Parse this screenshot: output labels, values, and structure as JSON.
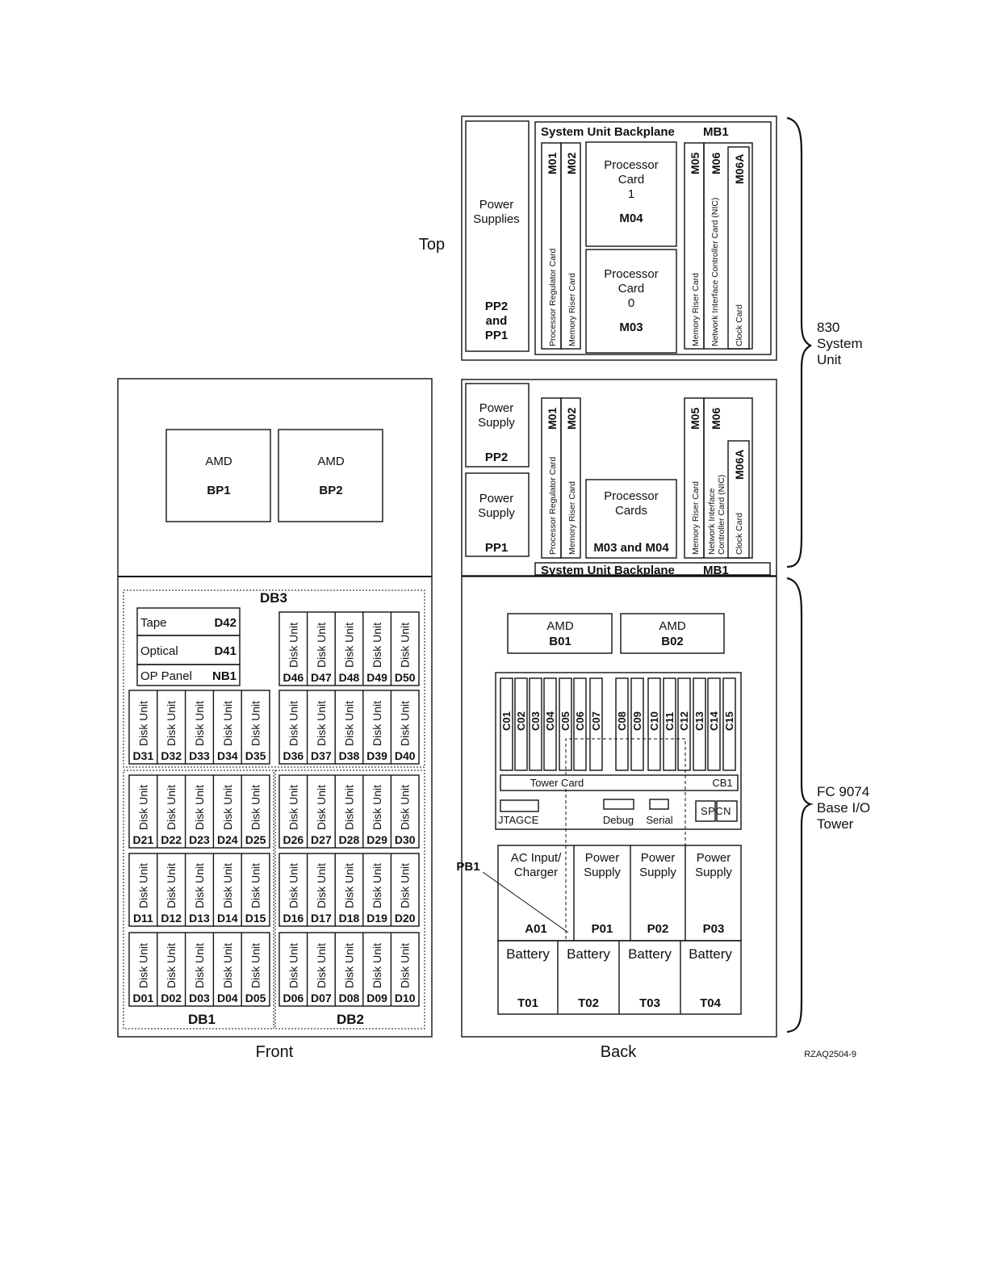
{
  "top_view": {
    "view_label": "Top",
    "power_supplies": {
      "label_line1": "Power",
      "label_line2": "Supplies",
      "id_line1": "PP2",
      "id_line2": "and",
      "id_line3": "PP1"
    },
    "backplane": {
      "title": "System Unit Backplane",
      "id": "MB1"
    },
    "m01": {
      "id": "M01",
      "label": "Processor Regulator Card"
    },
    "m02": {
      "id": "M02",
      "label": "Memory Riser Card"
    },
    "proc1": {
      "line1": "Processor",
      "line2": "Card",
      "line3": "1",
      "id": "M04"
    },
    "proc0": {
      "line1": "Processor",
      "line2": "Card",
      "line3": "0",
      "id": "M03"
    },
    "m05": {
      "id": "M05",
      "label": "Memory Riser Card"
    },
    "m06": {
      "id": "M06",
      "label": "Network Interface Controller Card (NIC)"
    },
    "m06a": {
      "id": "M06A",
      "label": "Clock Card"
    }
  },
  "system_unit_back": {
    "pp2": {
      "line1": "Power",
      "line2": "Supply",
      "id": "PP2"
    },
    "pp1": {
      "line1": "Power",
      "line2": "Supply",
      "id": "PP1"
    },
    "m01": {
      "id": "M01",
      "label": "Processor Regulator Card"
    },
    "m02": {
      "id": "M02",
      "label": "Memory Riser Card"
    },
    "proc": {
      "line1": "Processor",
      "line2": "Cards",
      "id": "M03 and M04"
    },
    "m05": {
      "id": "M05",
      "label": "Memory Riser Card"
    },
    "m06": {
      "id": "M06",
      "label_line1": "Network Interface",
      "label_line2": "Controller Card (NIC)"
    },
    "m06a": {
      "id": "M06A",
      "label": "Clock Card"
    },
    "backplane": {
      "title": "System Unit Backplane",
      "id": "MB1"
    }
  },
  "front": {
    "view_label": "Front",
    "amd1": {
      "label": "AMD",
      "id": "BP1"
    },
    "amd2": {
      "label": "AMD",
      "id": "BP2"
    },
    "db1": "DB1",
    "db2": "DB2",
    "db3": "DB3",
    "tape": {
      "label": "Tape",
      "id": "D42"
    },
    "optical": {
      "label": "Optical",
      "id": "D41"
    },
    "op_panel": {
      "label": "OP Panel",
      "id": "NB1"
    },
    "disk_label": "Disk Unit",
    "disks": {
      "db3_right": [
        "D46",
        "D47",
        "D48",
        "D49",
        "D50"
      ],
      "db3_left_b": [
        "D31",
        "D32",
        "D33",
        "D34",
        "D35"
      ],
      "db3_right_b": [
        "D36",
        "D37",
        "D38",
        "D39",
        "D40"
      ],
      "r1l": [
        "D21",
        "D22",
        "D23",
        "D24",
        "D25"
      ],
      "r1r": [
        "D26",
        "D27",
        "D28",
        "D29",
        "D30"
      ],
      "r2l": [
        "D11",
        "D12",
        "D13",
        "D14",
        "D15"
      ],
      "r2r": [
        "D16",
        "D17",
        "D18",
        "D19",
        "D20"
      ],
      "r3l": [
        "D01",
        "D02",
        "D03",
        "D04",
        "D05"
      ],
      "r3r": [
        "D06",
        "D07",
        "D08",
        "D09",
        "D10"
      ]
    }
  },
  "back": {
    "view_label": "Back",
    "amd1": {
      "label": "AMD",
      "id": "B01"
    },
    "amd2": {
      "label": "AMD",
      "id": "B02"
    },
    "slots": [
      "C01",
      "C02",
      "C03",
      "C04",
      "C05",
      "C06",
      "C07",
      "C08",
      "C09",
      "C10",
      "C11",
      "C12",
      "C13",
      "C14",
      "C15"
    ],
    "tower_card": "Tower Card",
    "cb1": "CB1",
    "jtagce": "JTAGCE",
    "debug": "Debug",
    "serial": "Serial",
    "spcn": "SPCN",
    "pb1": "PB1",
    "ac": {
      "line1": "AC Input/",
      "line2": "Charger",
      "id": "A01"
    },
    "psu": [
      {
        "line1": "Power",
        "line2": "Supply",
        "id": "P01"
      },
      {
        "line1": "Power",
        "line2": "Supply",
        "id": "P02"
      },
      {
        "line1": "Power",
        "line2": "Supply",
        "id": "P03"
      }
    ],
    "battery_label": "Battery",
    "batteries": [
      "T01",
      "T02",
      "T03",
      "T04"
    ]
  },
  "brackets": {
    "system_unit": [
      "830",
      "System",
      "Unit"
    ],
    "tower": [
      "FC 9074",
      "Base I/O",
      "Tower"
    ]
  },
  "figure_id": "RZAQ2504-9"
}
